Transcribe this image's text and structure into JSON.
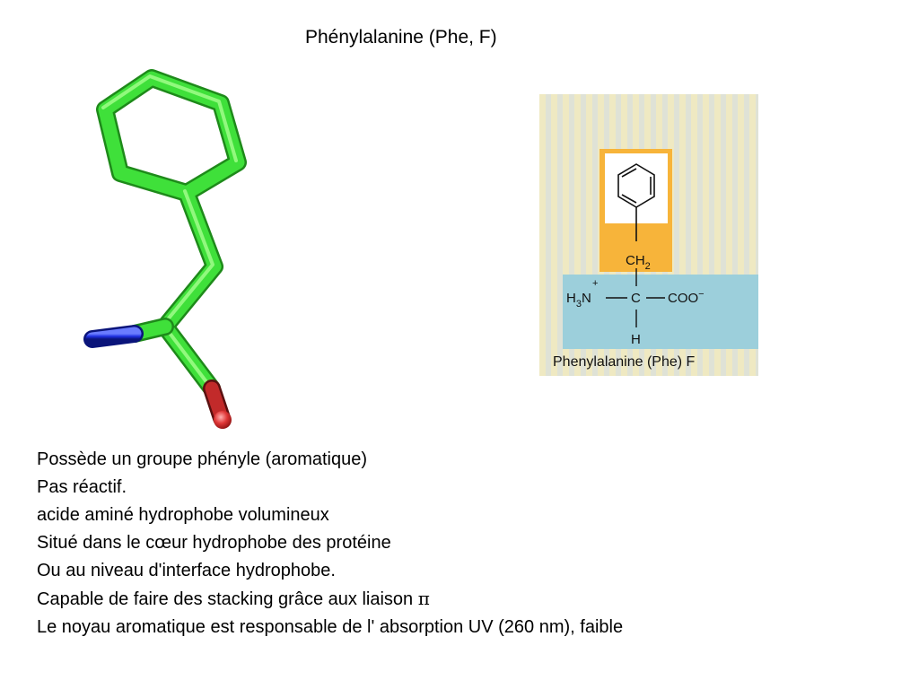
{
  "slide": {
    "title": "Phénylalanine (Phe, F)"
  },
  "structure": {
    "ch2_label": "CH",
    "ch2_sub": "2",
    "alpha_c": "C",
    "amine_h": "H",
    "amine_sub": "3",
    "amine_n": "N",
    "amine_charge": "+",
    "carboxylate": "COO",
    "carboxylate_charge": "−",
    "hydrogen": "H",
    "caption": "Phenylalanine (Phe) F"
  },
  "bullets": [
    {
      "text": "Possède un groupe phényle (aromatique)"
    },
    {
      "text": "Pas réactif."
    },
    {
      "text": "acide aminé hydrophobe volumineux"
    },
    {
      "text": "Situé dans le cœur hydrophobe des protéine"
    },
    {
      "text": "Ou au niveau d'interface hydrophobe."
    },
    {
      "text": "Capable de faire des stacking grâce aux liaison ",
      "symbol": "π"
    },
    {
      "text": "Le noyau aromatique est responsable de l' absorption UV (260 nm), faible"
    }
  ],
  "colors": {
    "carbon": "#3fe03a",
    "nitrogen": "#1d2fe0",
    "oxygen": "#e03737",
    "side_chain_box": "#f7b43a",
    "backbone_box": "#9ccfdb"
  }
}
